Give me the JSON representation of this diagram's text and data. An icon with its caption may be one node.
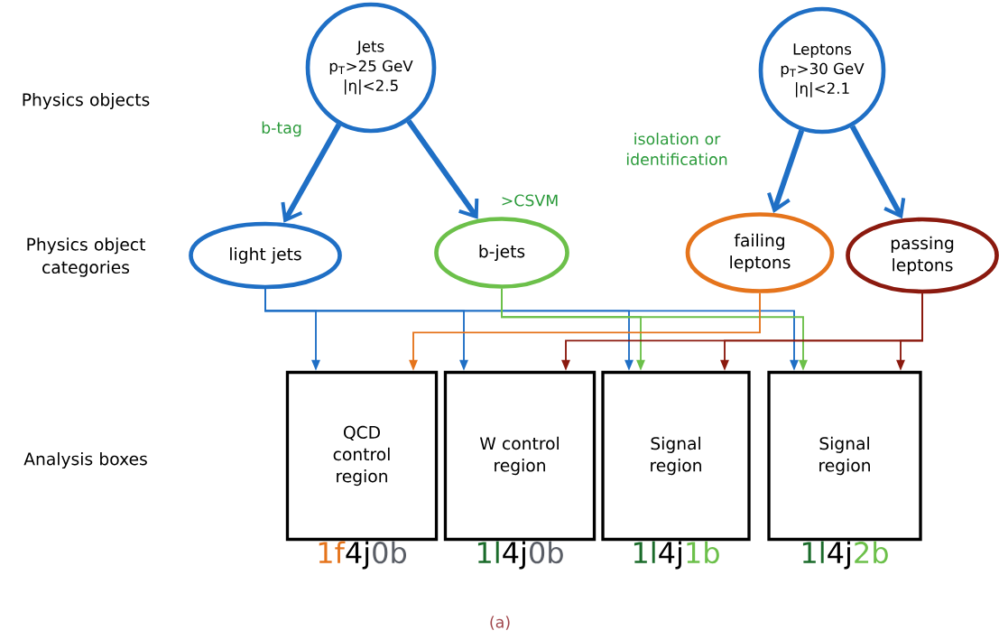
{
  "diagram": {
    "caption": "(a)",
    "nodes": [
      {
        "text": [
          "Jets",
          "p$_{T}$>25 GeV",
          "|η|<2.5"
        ]
      },
      {
        "text": [
          "Leptons",
          "p$_{T}$>30 GeV",
          "|η|<2.1"
        ]
      },
      {
        "text": [
          "light jets"
        ]
      },
      {
        "text": [
          "b-jets"
        ]
      },
      {
        "text": [
          "failing leptons"
        ]
      },
      {
        "text": [
          "passing leptons"
        ]
      },
      {
        "text": [
          "QCD control region"
        ],
        "beside": [
          "1f",
          "4j",
          "0b"
        ]
      },
      {
        "text": [
          "W control region"
        ],
        "beside": [
          "1l",
          "4j",
          "0b"
        ]
      },
      {
        "text": [
          "Signal region"
        ],
        "beside": [
          "1l",
          "4j",
          "1b"
        ]
      },
      {
        "text": [
          "Signal region"
        ],
        "beside": [
          "1l",
          "4j",
          "2b"
        ]
      }
    ],
    "edges": [
      {
        "from": 0,
        "to": 2,
        "arrow": "to",
        "style": "thick",
        "label": "b-tag"
      },
      {
        "from": 0,
        "to": 3,
        "arrow": "to",
        "style": "thick",
        "label": ">CSVM"
      },
      {
        "from": 1,
        "to": 4,
        "arrow": "to",
        "style": "thick",
        "label": "isolation or identification"
      },
      {
        "from": 1,
        "to": 5,
        "arrow": "to",
        "style": "thick"
      },
      {
        "from": 2,
        "to": 6,
        "arrow": "to"
      },
      {
        "from": 2,
        "to": 7,
        "arrow": "to"
      },
      {
        "from": 2,
        "to": 8,
        "arrow": "to"
      },
      {
        "from": 2,
        "to": 9,
        "arrow": "to"
      },
      {
        "from": 3,
        "to": 8,
        "arrow": "to",
        "color": "#6cc04a"
      },
      {
        "from": 3,
        "to": 9,
        "arrow": "to",
        "color": "#6cc04a"
      },
      {
        "from": 4,
        "to": 6,
        "arrow": "to",
        "color": "#e5741c"
      },
      {
        "from": 5,
        "to": 7,
        "arrow": "to",
        "color": "#8b1a0f"
      },
      {
        "from": 5,
        "to": 8,
        "arrow": "to",
        "color": "#8b1a0f"
      },
      {
        "from": 5,
        "to": 9,
        "arrow": "to",
        "color": "#8b1a0f"
      }
    ],
    "labels": [
      "Physics objects",
      "Physics object categories",
      "Analysis boxes"
    ]
  }
}
